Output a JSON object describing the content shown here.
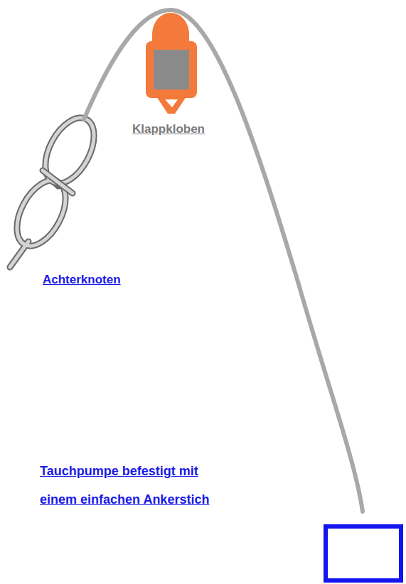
{
  "diagram": {
    "labels": [
      "Klappkloben",
      "Achterknoten",
      "Tauchpumpe befestigt mit einem einfachen Ankerstich"
    ]
  }
}
